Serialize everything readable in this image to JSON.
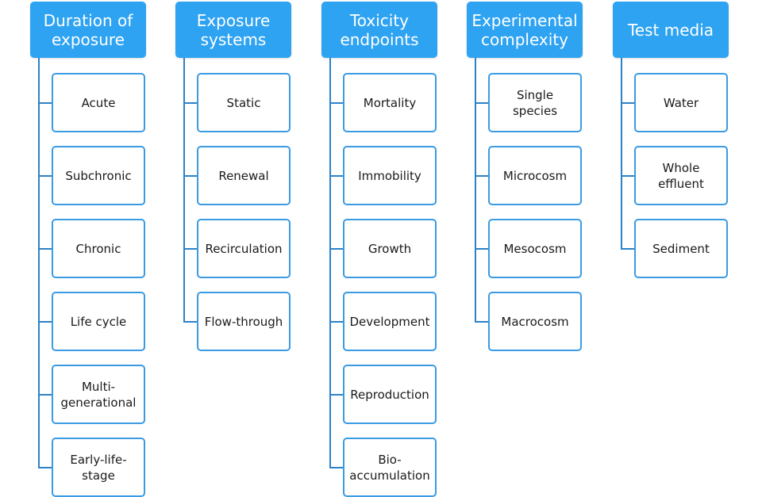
{
  "columns": [
    {
      "title": "Duration of\nexposure",
      "items": [
        "Acute",
        "Subchronic",
        "Chronic",
        "Life cycle",
        "Multi-\ngenerational",
        "Early-life-\nstage"
      ]
    },
    {
      "title": "Exposure\nsystems",
      "items": [
        "Static",
        "Renewal",
        "Recirculation",
        "Flow-through"
      ]
    },
    {
      "title": "Toxicity\nendpoints",
      "items": [
        "Mortality",
        "Immobility",
        "Growth",
        "Development",
        "Reproduction",
        "Bio-\naccumulation"
      ]
    },
    {
      "title": "Experimental\ncomplexity",
      "items": [
        "Single\nspecies",
        "Microcosm",
        "Mesocosm",
        "Macrocosm"
      ]
    },
    {
      "title": "Test media",
      "items": [
        "Water",
        "Whole\neffluent",
        "Sediment"
      ]
    }
  ]
}
